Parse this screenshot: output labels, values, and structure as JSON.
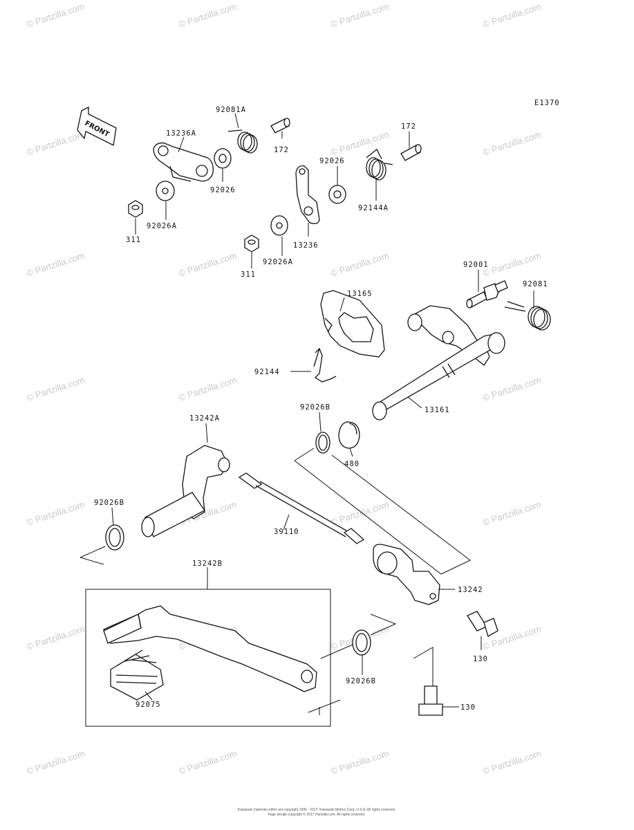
{
  "diagram_code": "E1370",
  "front_label": "FRONT",
  "watermark": "© Partzilla.com",
  "copyright": [
    "Kawasaki materials within are copyright 1995 - 2017. Kawasaki Motors Corp. U.S.A. All rights reserved.",
    "Page design copyright © 2017 Partzilla.com. All rights reserved."
  ],
  "labels": {
    "p92081A": "92081A",
    "p172a": "172",
    "p13236A": "13236A",
    "p92026a": "92026",
    "p92026Aa": "92026A",
    "p311a": "311",
    "p172b": "172",
    "p92026b": "92026",
    "p92144A": "92144A",
    "p13236": "13236",
    "p92026Ab": "92026A",
    "p311b": "311",
    "p92001": "92001",
    "p92081": "92081",
    "p13165": "13165",
    "p92144": "92144",
    "p13161": "13161",
    "p92026Ba": "92026B",
    "p480": "480",
    "p13242A": "13242A",
    "p92026Bb": "92026B",
    "p39110": "39110",
    "p13242": "13242",
    "p13242B": "13242B",
    "p130a": "130",
    "p92026Bc": "92026B",
    "p92075": "92075",
    "p130b": "130"
  }
}
